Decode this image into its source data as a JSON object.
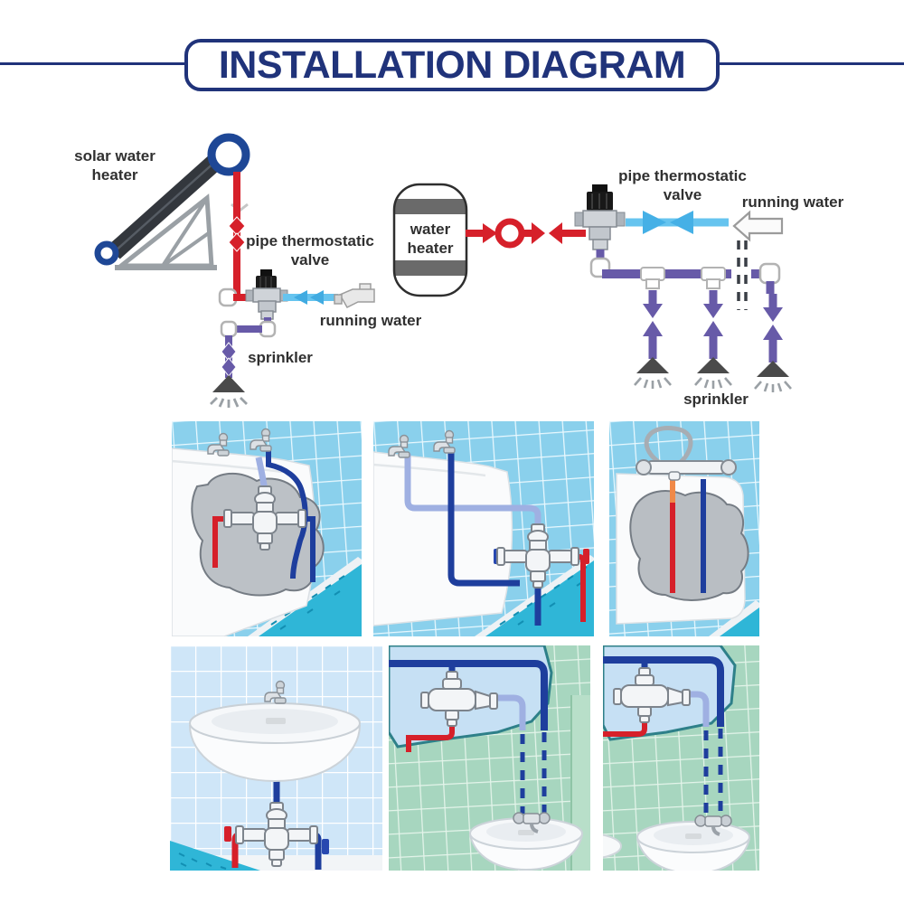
{
  "title": "INSTALLATION DIAGRAM",
  "schematic": {
    "left": {
      "solar_heater_label": "solar water heater",
      "valve_label": "pipe thermostatic valve",
      "running_water_label": "running water",
      "sprinkler_label": "sprinkler"
    },
    "right": {
      "heater_label": "water heater",
      "valve_label": "pipe thermostatic valve",
      "running_water_label": "running water",
      "sprinkler_label": "sprinkler"
    }
  },
  "palette": {
    "title_navy": "#20337a",
    "hot_red": "#d6202a",
    "cold_light_blue": "#66c4ef",
    "mixed_purple": "#675aa8",
    "ring_blue": "#1e4796",
    "tile_blue": "#8ad0ec",
    "tile_pale_blue": "#cfe6f8",
    "tile_green": "#a7d6bf",
    "floor_cyan": "#2fb6d7",
    "pipe_dark_blue": "#1e3e9d",
    "pipe_lavender": "#9fb0e2"
  },
  "gallery": {
    "panels": [
      {
        "id": "bathtub-concealed-valve",
        "scene": "bathtub deck taps with concealed mixing valve"
      },
      {
        "id": "bathtub-wall-valve",
        "scene": "bathtub pipes routed to wall-mounted valve"
      },
      {
        "id": "bathtub-panel-cutaway",
        "scene": "bathtub panel cutaway with hot and cold pipes"
      },
      {
        "id": "washbasin-under-valve",
        "scene": "washbasin with mixing valve below"
      },
      {
        "id": "ceiling-pipes-basin-left",
        "scene": "ceiling pipes dropping to washbasin"
      },
      {
        "id": "ceiling-pipes-basin-right",
        "scene": "ceiling pipes dropping to washbasin"
      }
    ]
  }
}
